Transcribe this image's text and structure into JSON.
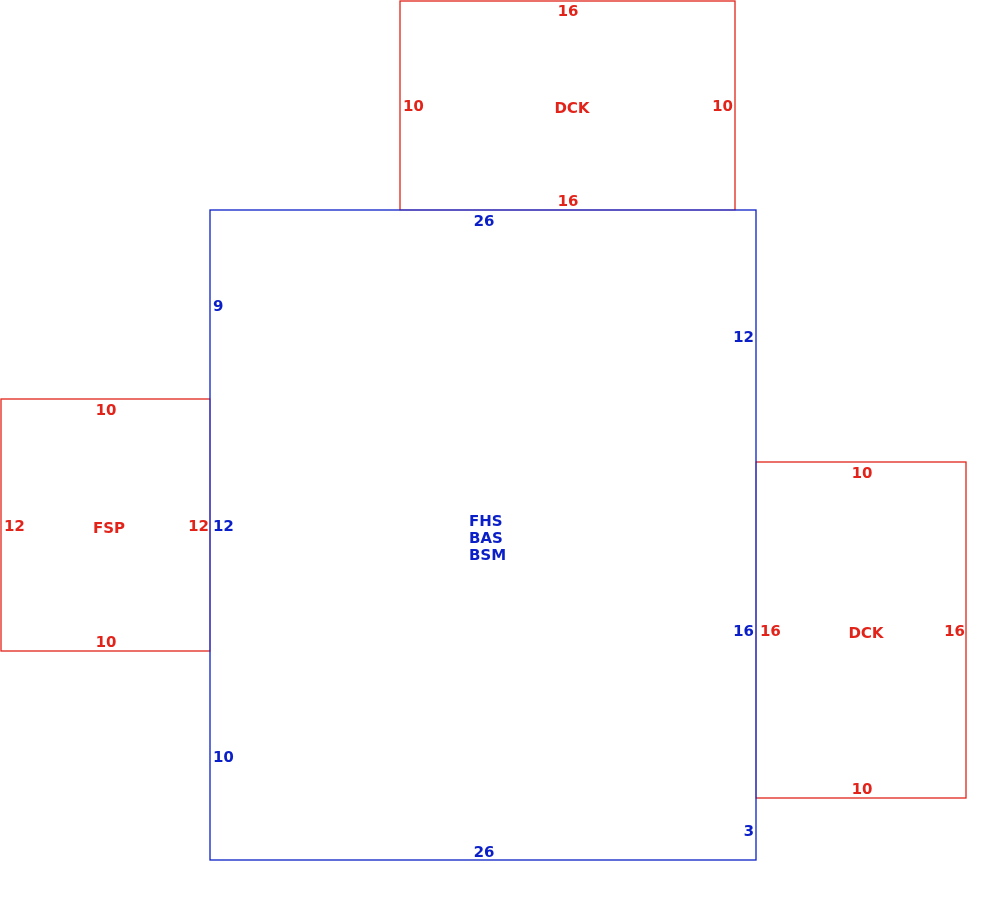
{
  "colors": {
    "addition": "#e2231a",
    "main": "#0a1fc7",
    "background": "#ffffff"
  },
  "main_structure": {
    "codes": [
      "FHS",
      "BAS",
      "BSM"
    ],
    "dims": {
      "top": "26",
      "bottom": "26",
      "left_upper": "9",
      "left_middle": "12",
      "left_lower": "10",
      "right_upper": "12",
      "right_middle": "16",
      "right_lower": "3"
    }
  },
  "top_deck": {
    "code": "DCK",
    "dims": {
      "top": "16",
      "bottom": "16",
      "left": "10",
      "right": "10"
    }
  },
  "left_porch": {
    "code": "FSP",
    "dims": {
      "top": "10",
      "bottom": "10",
      "left": "12",
      "right": "12"
    }
  },
  "right_deck": {
    "code": "DCK",
    "dims": {
      "top": "10",
      "bottom": "10",
      "left": "16",
      "right": "16"
    }
  }
}
